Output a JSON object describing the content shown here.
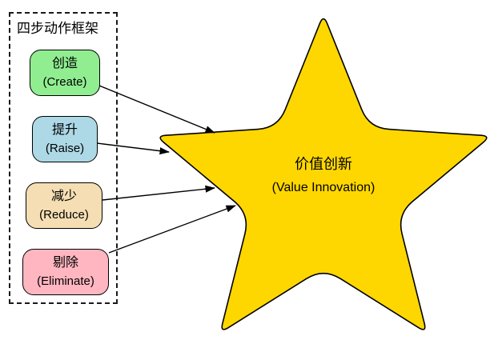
{
  "diagram_title": "四步动作框架",
  "panel": {
    "title": "四步动作框架",
    "actions": [
      {
        "id": "create",
        "zh": "创造",
        "en": "(Create)",
        "color": "#90EE90"
      },
      {
        "id": "raise",
        "zh": "提升",
        "en": "(Raise)",
        "color": "#ADD8E6"
      },
      {
        "id": "reduce",
        "zh": "减少",
        "en": "(Reduce)",
        "color": "#F5DEB3"
      },
      {
        "id": "eliminate",
        "zh": "剔除",
        "en": "(Eliminate)",
        "color": "#FFB6C1"
      }
    ]
  },
  "star": {
    "zh": "价值创新",
    "en": "(Value Innovation)",
    "color": "#FFD700",
    "stroke": "#000000"
  },
  "connections": [
    {
      "from": "create",
      "to": "value-innovation"
    },
    {
      "from": "raise",
      "to": "value-innovation"
    },
    {
      "from": "reduce",
      "to": "value-innovation"
    },
    {
      "from": "eliminate",
      "to": "value-innovation"
    }
  ]
}
